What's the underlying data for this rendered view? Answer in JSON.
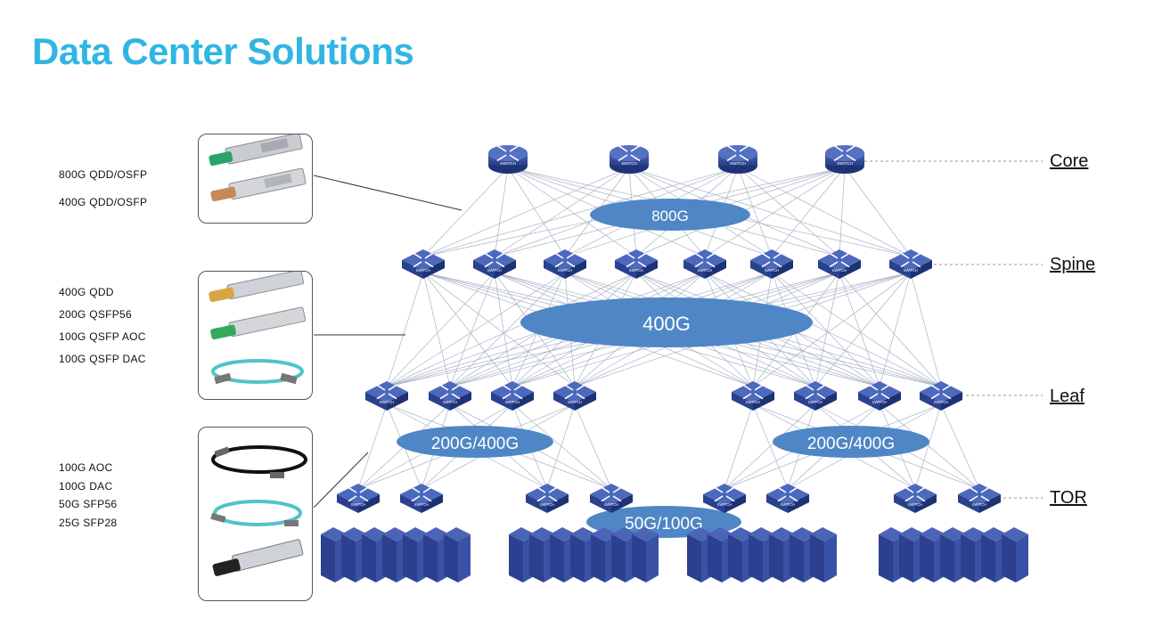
{
  "title": "Data Center Solutions",
  "product_groups": [
    {
      "labels": [
        "800G QDD/OSFP",
        "400G QDD/OSFP"
      ]
    },
    {
      "labels": [
        "400G QDD",
        "200G QSFP56",
        "100G QSFP AOC",
        "100G QSFP DAC"
      ]
    },
    {
      "labels": [
        "100G AOC",
        "100G DAC",
        "50G  SFP56",
        "25G  SFP28"
      ]
    }
  ],
  "tiers": {
    "core": "Core",
    "spine": "Spine",
    "leaf": "Leaf",
    "tor": "TOR"
  },
  "bandwidth": {
    "core_spine": "800G",
    "spine_leaf": "400G",
    "leaf_tor_left": "200G/400G",
    "leaf_tor_right": "200G/400G",
    "tor_server": "50G/100G"
  },
  "switch_text": "SWITCH",
  "colors": {
    "title": "#2fb6e3",
    "switch": "#2f4a9a",
    "ellipse": "#4f86c6",
    "server": "#2e3f8f"
  }
}
